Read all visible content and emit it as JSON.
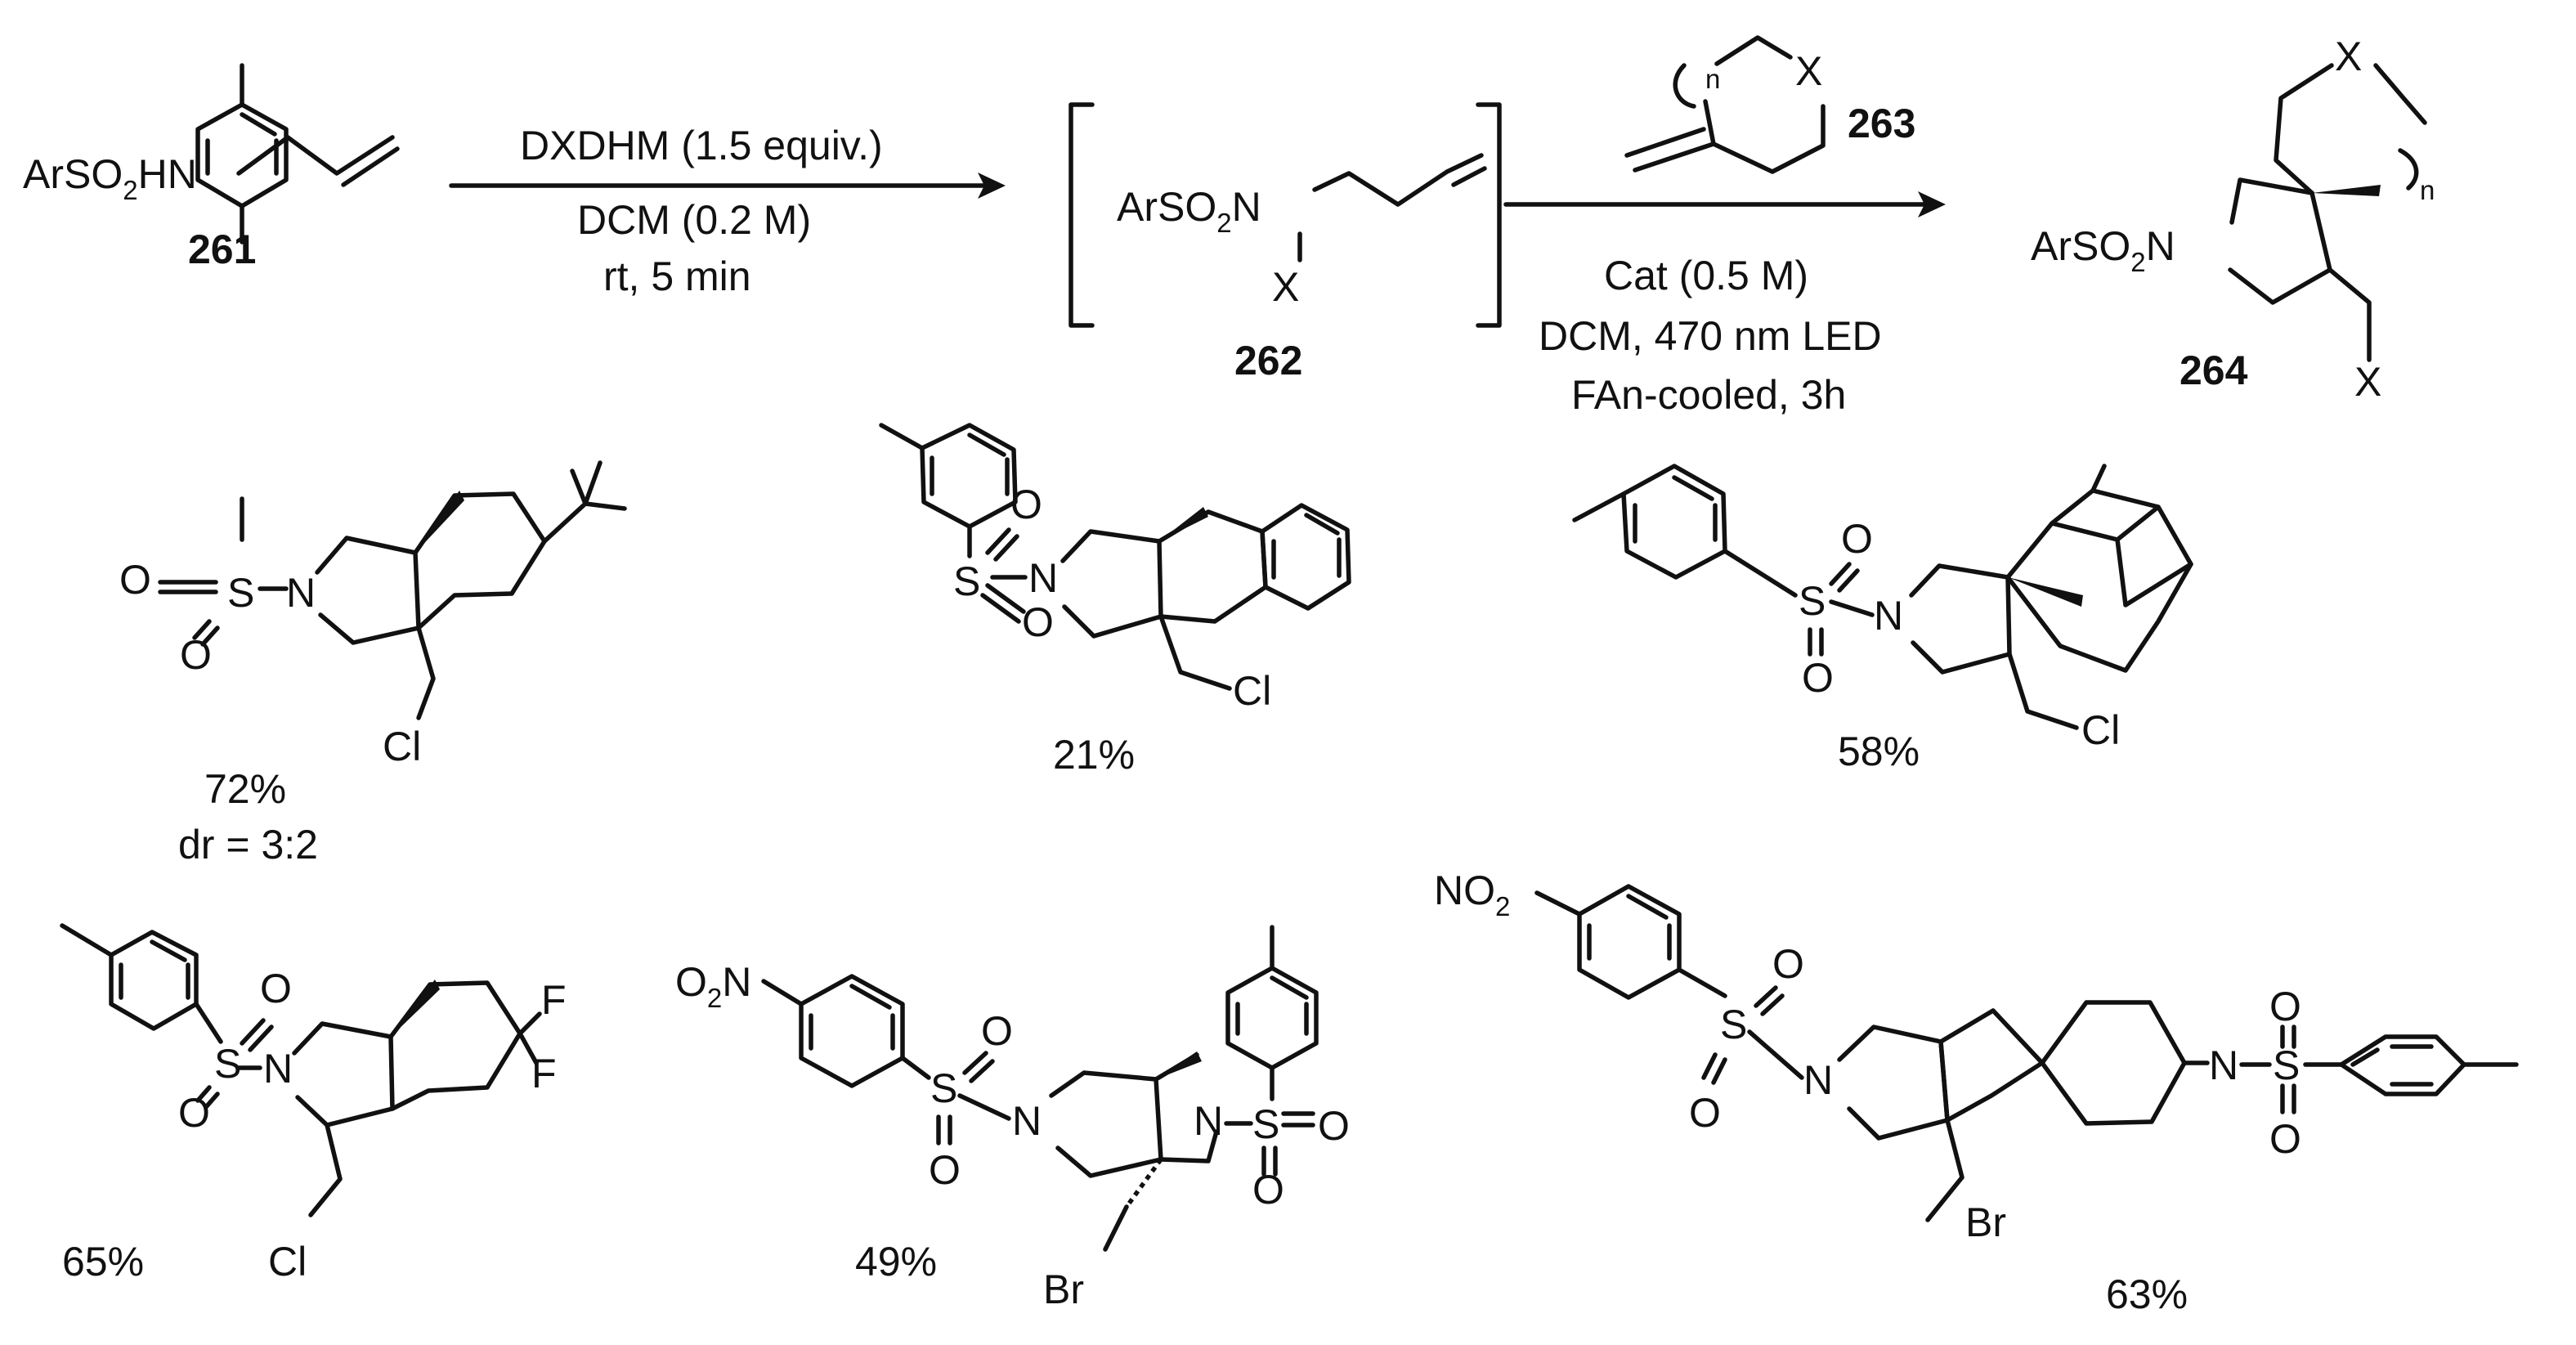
{
  "scheme": {
    "sm_label": "ArSO",
    "sm_tail": "HN",
    "sm_num": "261",
    "reagent1": "DXDHM (1.5 equiv.)",
    "solvent1": "DCM (0.2 M)",
    "cond1": "rt, 5 min",
    "int_label": "ArSO",
    "int_tail": "N",
    "int_x": "X",
    "int_num": "262",
    "alkene_n": "n",
    "alkene_x": "X",
    "alkene_num": "263",
    "cat": "Cat (0.5 M)",
    "solvent2": "DCM, 470 nm LED",
    "cond2": "FAn-cooled, 3h",
    "prod_label": "ArSO",
    "prod_tail": "N",
    "prod_x1": "X",
    "prod_x2": "X",
    "prod_n": "n",
    "prod_num": "264",
    "sub2": "2"
  },
  "compounds": [
    {
      "id": "c1",
      "yield": "72%",
      "note": "dr = 3:2",
      "halogen": "Cl"
    },
    {
      "id": "c2",
      "yield": "21%",
      "halogen": "Cl"
    },
    {
      "id": "c3",
      "yield": "58%",
      "halogen": "Cl"
    },
    {
      "id": "c4",
      "yield": "65%",
      "halogen": "Cl",
      "f1": "F",
      "f2": "F"
    },
    {
      "id": "c5",
      "yield": "49%",
      "halogen": "Br"
    },
    {
      "id": "c6",
      "yield": "63%",
      "halogen": "Br"
    }
  ],
  "atoms": {
    "O": "O",
    "S": "S",
    "N": "N",
    "NO": "NO",
    "two": "2"
  }
}
